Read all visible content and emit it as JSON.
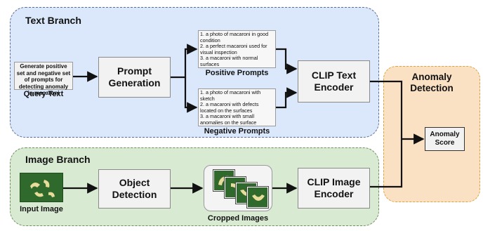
{
  "text_branch": {
    "title": "Text Branch",
    "query_text": "Generate positive set and negative set of prompts for detecting anomaly in macaroni",
    "query_label": "Query Text",
    "prompt_generation": "Prompt Generation",
    "positive_prompts": [
      "1. a photo of macaroni in good condition",
      "2. a perfect macaroni used for visual inspection",
      "3. a macaroni with normal surfaces"
    ],
    "positive_label": "Positive Prompts",
    "negative_prompts": [
      "1. a photo of macaroni with sketch",
      "2.  a  macaroni with defects located on the surfaces",
      "3. a macaroni with small anomalies on the surface"
    ],
    "negative_label": "Negative Prompts",
    "clip_text_encoder": "CLIP Text Encoder"
  },
  "image_branch": {
    "title": "Image Branch",
    "input_label": "Input Image",
    "object_detection": "Object Detection",
    "cropped_label": "Cropped Images",
    "clip_image_encoder": "CLIP Image Encoder"
  },
  "anomaly": {
    "title": "Anomaly Detection",
    "score": "Anomaly Score"
  },
  "colors": {
    "text_panel": "#dbe8fb",
    "image_panel": "#d9ead3",
    "anomaly_panel": "#fbe1c4",
    "macaroni_background": "#2f6a2c",
    "macaroni": "#e8dc9a"
  }
}
